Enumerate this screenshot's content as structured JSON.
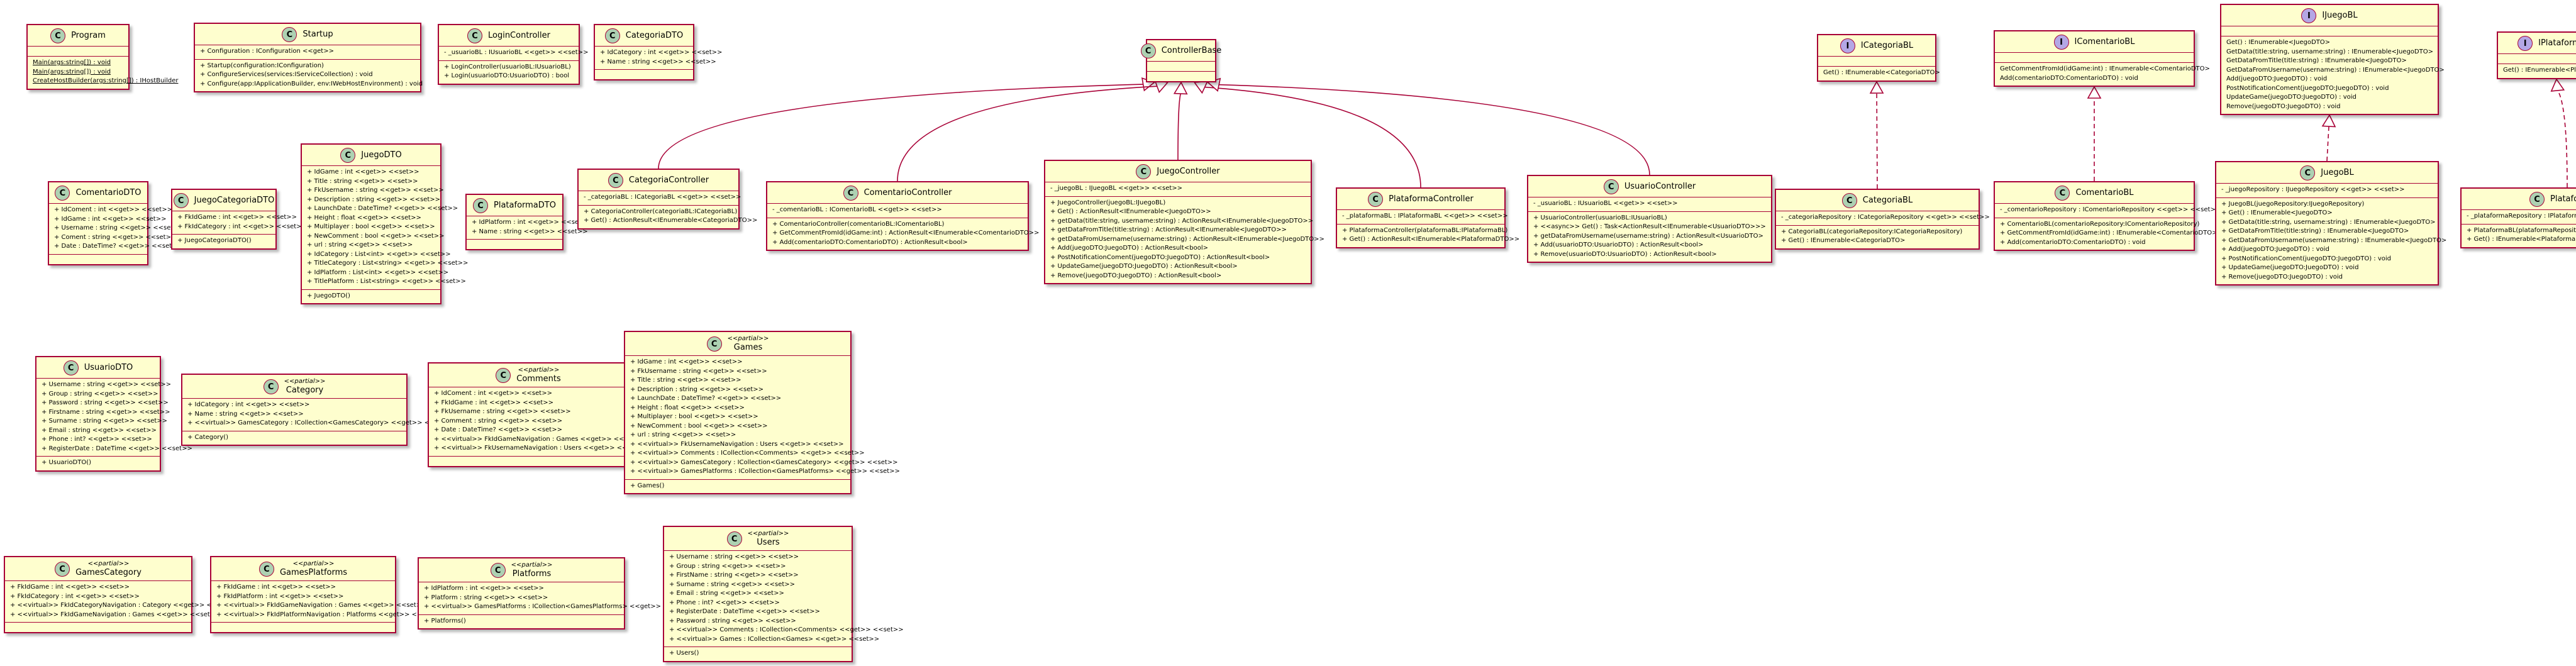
{
  "classes": {
    "program": {
      "name": "Program",
      "kind": "C",
      "fields": [],
      "methods": [
        "Main(args:string[]) : void",
        "Main(args:string[]) : void",
        "CreateHostBuilder(args:string[]) : IHostBuilder"
      ]
    },
    "startup": {
      "name": "Startup",
      "kind": "C",
      "fields": [
        "+ Configuration : IConfiguration <<get>>"
      ],
      "methods": [
        "+ Startup(configuration:IConfiguration)",
        "+ ConfigureServices(services:IServiceCollection) : void",
        "+ Configure(app:IApplicationBuilder, env:IWebHostEnvironment) : void"
      ]
    },
    "logincontroller": {
      "name": "LoginController",
      "kind": "C",
      "fields": [
        "- _usuarioBL : IUsuarioBL <<get>> <<set>>"
      ],
      "methods": [
        "+ LoginController(usuarioBL:IUsuarioBL)",
        "+ Login(usuarioDTO:UsuarioDTO) : bool"
      ]
    },
    "categoriadto": {
      "name": "CategoriaDTO",
      "kind": "C",
      "fields": [
        "+ IdCategory : int <<get>> <<set>>",
        "+ Name : string <<get>> <<set>>"
      ],
      "methods": []
    },
    "controllerbase": {
      "name": "ControllerBase",
      "kind": "C",
      "fields": [],
      "methods": []
    },
    "icategoriabl": {
      "name": "ICategoriaBL",
      "kind": "I",
      "fields": [],
      "methods": [
        "Get() : IEnumerable<CategoriaDTO>"
      ]
    },
    "icomentariobl": {
      "name": "IComentarioBL",
      "kind": "I",
      "fields": [],
      "methods": [
        "GetCommentFromId(idGame:int) : IEnumerable<ComentarioDTO>",
        "Add(comentarioDTO:ComentarioDTO) : void"
      ]
    },
    "ijuegobl": {
      "name": "IJuegoBL",
      "kind": "I",
      "fields": [],
      "methods": [
        "Get() : IEnumerable<JuegoDTO>",
        "GetData(title:string, username:string) : IEnumerable<JuegoDTO>",
        "GetDataFromTitle(title:string) : IEnumerable<JuegoDTO>",
        "GetDataFromUsername(username:string) : IEnumerable<JuegoDTO>",
        "Add(juegoDTO:JuegoDTO) : void",
        "PostNotificationComent(juegoDTO:JuegoDTO) : void",
        "UpdateGame(juegoDTO:JuegoDTO) : void",
        "Remove(juegoDTO:JuegoDTO) : void"
      ]
    },
    "iplataformabl": {
      "name": "IPlataformaBL",
      "kind": "I",
      "fields": [],
      "methods": [
        "Get() : IEnumerable<PlataformaDTO>"
      ]
    },
    "comentariodto": {
      "name": "ComentarioDTO",
      "kind": "C",
      "fields": [
        "+ IdComent : int <<get>> <<set>>",
        "+ IdGame : int <<get>> <<set>>",
        "+ Username : string <<get>> <<set>>",
        "+ Coment : string <<get>> <<set>>",
        "+ Date : DateTime? <<get>> <<set>>"
      ],
      "methods": []
    },
    "juegocategoriadto": {
      "name": "JuegoCategoriaDTO",
      "kind": "C",
      "fields": [
        "+ FkIdGame : int <<get>> <<set>>",
        "+ FkIdCategory : int <<get>> <<set>>"
      ],
      "methods": [
        "+ JuegoCategoriaDTO()"
      ]
    },
    "juegodto": {
      "name": "JuegoDTO",
      "kind": "C",
      "fields": [
        "+ IdGame : int <<get>> <<set>>",
        "+ Title : string <<get>> <<set>>",
        "+ FkUsername : string <<get>> <<set>>",
        "+ Description : string <<get>> <<set>>",
        "+ LaunchDate : DateTime? <<get>> <<set>>",
        "+ Height : float <<get>> <<set>>",
        "+ Multiplayer : bool <<get>> <<set>>",
        "+ NewComment : bool <<get>> <<set>>",
        "+ url : string <<get>> <<set>>",
        "+ IdCategory : List<int> <<get>> <<set>>",
        "+ TitleCategory : List<string> <<get>> <<set>>",
        "+ IdPlatform : List<int> <<get>> <<set>>",
        "+ TitlePlatform : List<string> <<get>> <<set>>"
      ],
      "methods": [
        "+ JuegoDTO()"
      ]
    },
    "plataformadto": {
      "name": "PlataformaDTO",
      "kind": "C",
      "fields": [
        "+ IdPlatform : int <<get>> <<set>>",
        "+ Name : string <<get>> <<set>>"
      ],
      "methods": []
    },
    "categoriacontroller": {
      "name": "CategoriaController",
      "kind": "C",
      "fields": [
        "- _categoriaBL : ICategoriaBL <<get>> <<set>>"
      ],
      "methods": [
        "+ CategoriaController(categoriaBL:ICategoriaBL)",
        "+ Get() : ActionResult<IEnumerable<CategoriaDTO>>"
      ]
    },
    "comentariocontroller": {
      "name": "ComentarioController",
      "kind": "C",
      "fields": [
        "- _comentarioBL : IComentarioBL <<get>> <<set>>"
      ],
      "methods": [
        "+ ComentarioController(comentarioBL:IComentarioBL)",
        "+ GetCommentFromId(idGame:int) : ActionResult<IEnumerable<ComentarioDTO>>",
        "+ Add(comentarioDTO:ComentarioDTO) : ActionResult<bool>"
      ]
    },
    "juegocontroller": {
      "name": "JuegoController",
      "kind": "C",
      "fields": [
        "- _juegoBL : IJuegoBL <<get>> <<set>>"
      ],
      "methods": [
        "+ JuegoController(juegoBL:IJuegoBL)",
        "+ Get() : ActionResult<IEnumerable<JuegoDTO>>",
        "+ getData(title:string, username:string) : ActionResult<IEnumerable<JuegoDTO>>",
        "+ getDataFromTitle(title:string) : ActionResult<IEnumerable<JuegoDTO>>",
        "+ getDataFromUsername(username:string) : ActionResult<IEnumerable<JuegoDTO>>",
        "+ Add(juegoDTO:JuegoDTO) : ActionResult<bool>",
        "+ PostNotificationComent(juegoDTO:JuegoDTO) : ActionResult<bool>",
        "+ UpdateGame(juegoDTO:JuegoDTO) : ActionResult<bool>",
        "+ Remove(juegoDTO:JuegoDTO) : ActionResult<bool>"
      ]
    },
    "plataformacontroller": {
      "name": "PlataformaController",
      "kind": "C",
      "fields": [
        "- _plataformaBL : IPlataformaBL <<get>> <<set>>"
      ],
      "methods": [
        "+ PlataformaController(plataformaBL:IPlataformaBL)",
        "+ Get() : ActionResult<IEnumerable<PlataformaDTO>>"
      ]
    },
    "usuariocontroller": {
      "name": "UsuarioController",
      "kind": "C",
      "fields": [
        "- _usuarioBL : IUsuarioBL <<get>> <<set>>"
      ],
      "methods": [
        "+ UsuarioController(usuarioBL:IUsuarioBL)",
        "+ <<async>> Get() : Task<ActionResult<IEnumerable<UsuarioDTO>>>",
        "+ getDataFromUsername(username:string) : ActionResult<UsuarioDTO>",
        "+ Add(usuarioDTO:UsuarioDTO) : ActionResult<bool>",
        "+ Remove(usuarioDTO:UsuarioDTO) : ActionResult<bool>"
      ]
    },
    "categoriabl": {
      "name": "CategoriaBL",
      "kind": "C",
      "fields": [
        "- _categoriaRepository : ICategoriaRepository <<get>> <<set>>"
      ],
      "methods": [
        "+ CategoriaBL(categoriaRepository:ICategoriaRepository)",
        "+ Get() : IEnumerable<CategoriaDTO>"
      ]
    },
    "comentariobl": {
      "name": "ComentarioBL",
      "kind": "C",
      "fields": [
        "- _comentarioRepository : IComentarioRepository <<get>> <<set>>"
      ],
      "methods": [
        "+ ComentarioBL(comentarioRepository:IComentarioRepository)",
        "+ GetCommentFromId(idGame:int) : IEnumerable<ComentarioDTO>",
        "+ Add(comentarioDTO:ComentarioDTO) : void"
      ]
    },
    "juegobl": {
      "name": "JuegoBL",
      "kind": "C",
      "fields": [
        "- _juegoRepository : IJuegoRepository <<get>> <<set>>"
      ],
      "methods": [
        "+ JuegoBL(juegoRepository:IJuegoRepository)",
        "+ Get() : IEnumerable<JuegoDTO>",
        "+ GetData(title:string, username:string) : IEnumerable<JuegoDTO>",
        "+ GetDataFromTitle(title:string) : IEnumerable<JuegoDTO>",
        "+ GetDataFromUsername(username:string) : IEnumerable<JuegoDTO>",
        "+ Add(juegoDTO:JuegoDTO) : void",
        "+ PostNotificationComent(juegoDTO:JuegoDTO) : void",
        "+ UpdateGame(juegoDTO:JuegoDTO) : void",
        "+ Remove(juegoDTO:JuegoDTO) : void"
      ]
    },
    "plataformabl": {
      "name": "PlataformaBL",
      "kind": "C",
      "fields": [
        "- _plataformaRepository : IPlataformaRepository <<get>> <<set>>"
      ],
      "methods": [
        "+ PlataformaBL(plataformaRepository:IPlataformaRepository)",
        "+ Get() : IEnumerable<PlataformaDTO>"
      ]
    },
    "usuariodto": {
      "name": "UsuarioDTO",
      "kind": "C",
      "fields": [
        "+ Username : string <<get>> <<set>>",
        "+ Group : string <<get>> <<set>>",
        "+ Password : string <<get>> <<set>>",
        "+ Firstname : string <<get>> <<set>>",
        "+ Surname : string <<get>> <<set>>",
        "+ Email : string <<get>> <<set>>",
        "+ Phone : int? <<get>> <<set>>",
        "+ RegisterDate : DateTime <<get>> <<set>>"
      ],
      "methods": [
        "+ UsuarioDTO()"
      ]
    },
    "category": {
      "name": "Category",
      "kind": "C",
      "stereotype": "<<partial>>",
      "fields": [
        "+ IdCategory : int <<get>> <<set>>",
        "+ Name : string <<get>> <<set>>",
        "+ <<virtual>> GamesCategory : ICollection<GamesCategory> <<get>> <<set>>"
      ],
      "methods": [
        "+ Category()"
      ]
    },
    "comments": {
      "name": "Comments",
      "kind": "C",
      "stereotype": "<<partial>>",
      "fields": [
        "+ IdComent : int <<get>> <<set>>",
        "+ FkIdGame : int <<get>> <<set>>",
        "+ FkUsername : string <<get>> <<set>>",
        "+ Comment : string <<get>> <<set>>",
        "+ Date : DateTime? <<get>> <<set>>",
        "+ <<virtual>> FkIdGameNavigation : Games <<get>> <<set>>",
        "+ <<virtual>> FkUsernameNavigation : Users <<get>> <<set>>"
      ],
      "methods": []
    },
    "games": {
      "name": "Games",
      "kind": "C",
      "stereotype": "<<partial>>",
      "fields": [
        "+ IdGame : int <<get>> <<set>>",
        "+ FkUsername : string <<get>> <<set>>",
        "+ Title : string <<get>> <<set>>",
        "+ Description : string <<get>> <<set>>",
        "+ LaunchDate : DateTime? <<get>> <<set>>",
        "+ Height : float <<get>> <<set>>",
        "+ Multiplayer : bool <<get>> <<set>>",
        "+ NewComment : bool <<get>> <<set>>",
        "+ url : string <<get>> <<set>>",
        "+ <<virtual>> FkUsernameNavigation : Users <<get>> <<set>>",
        "+ <<virtual>> Comments : ICollection<Comments> <<get>> <<set>>",
        "+ <<virtual>> GamesCategory : ICollection<GamesCategory> <<get>> <<set>>",
        "+ <<virtual>> GamesPlatforms : ICollection<GamesPlatforms> <<get>> <<set>>"
      ],
      "methods": [
        "+ Games()"
      ]
    },
    "gamescategory": {
      "name": "GamesCategory",
      "kind": "C",
      "stereotype": "<<partial>>",
      "fields": [
        "+ FkIdGame : int <<get>> <<set>>",
        "+ FkIdCategory : int <<get>> <<set>>",
        "+ <<virtual>> FkIdCategoryNavigation : Category <<get>> <<set>>",
        "+ <<virtual>> FkIdGameNavigation : Games <<get>> <<set>>"
      ],
      "methods": []
    },
    "gamesplatforms": {
      "name": "GamesPlatforms",
      "kind": "C",
      "stereotype": "<<partial>>",
      "fields": [
        "+ FkIdGame : int <<get>> <<set>>",
        "+ FkIdPlatform : int <<get>> <<set>>",
        "+ <<virtual>> FkIdGameNavigation : Games <<get>> <<set>>",
        "+ <<virtual>> FkIdPlatformNavigation : Platforms <<get>> <<set>>"
      ],
      "methods": []
    },
    "platforms": {
      "name": "Platforms",
      "kind": "C",
      "stereotype": "<<partial>>",
      "fields": [
        "+ IdPlatform : int <<get>> <<set>>",
        "+ Platform : string <<get>> <<set>>",
        "+ <<virtual>> GamesPlatforms : ICollection<GamesPlatforms> <<get>> <<set>>"
      ],
      "methods": [
        "+ Platforms()"
      ]
    },
    "users": {
      "name": "Users",
      "kind": "C",
      "stereotype": "<<partial>>",
      "fields": [
        "+ Username : string <<get>> <<set>>",
        "+ Group : string <<get>> <<set>>",
        "+ FirstName : string <<get>> <<set>>",
        "+ Surname : string <<get>> <<set>>",
        "+ Email : string <<get>> <<set>>",
        "+ Phone : int? <<get>> <<set>>",
        "+ RegisterDate : DateTime <<get>> <<set>>",
        "+ Password : string <<get>> <<set>>",
        "+ <<virtual>> Comments : ICollection<Comments> <<get>> <<set>>",
        "+ <<virtual>> Games : ICollection<Games> <<get>> <<set>>"
      ],
      "methods": [
        "+ Users()"
      ]
    }
  },
  "relations": [
    {
      "from": "categoriacontroller",
      "to": "controllerbase",
      "type": "extends"
    },
    {
      "from": "comentariocontroller",
      "to": "controllerbase",
      "type": "extends"
    },
    {
      "from": "juegocontroller",
      "to": "controllerbase",
      "type": "extends"
    },
    {
      "from": "plataformacontroller",
      "to": "controllerbase",
      "type": "extends"
    },
    {
      "from": "usuariocontroller",
      "to": "controllerbase",
      "type": "extends"
    },
    {
      "from": "categoriabl",
      "to": "icategoriabl",
      "type": "implements"
    },
    {
      "from": "comentariobl",
      "to": "icomentariobl",
      "type": "implements"
    },
    {
      "from": "juegobl",
      "to": "ijuegobl",
      "type": "implements"
    },
    {
      "from": "plataformabl",
      "to": "iplataformabl",
      "type": "implements"
    }
  ],
  "colors": {
    "fill": "#fefece",
    "border": "#a80036",
    "classBadge": "#add1b2",
    "interfaceBadge": "#b4a7e5",
    "line": "#a80036"
  }
}
